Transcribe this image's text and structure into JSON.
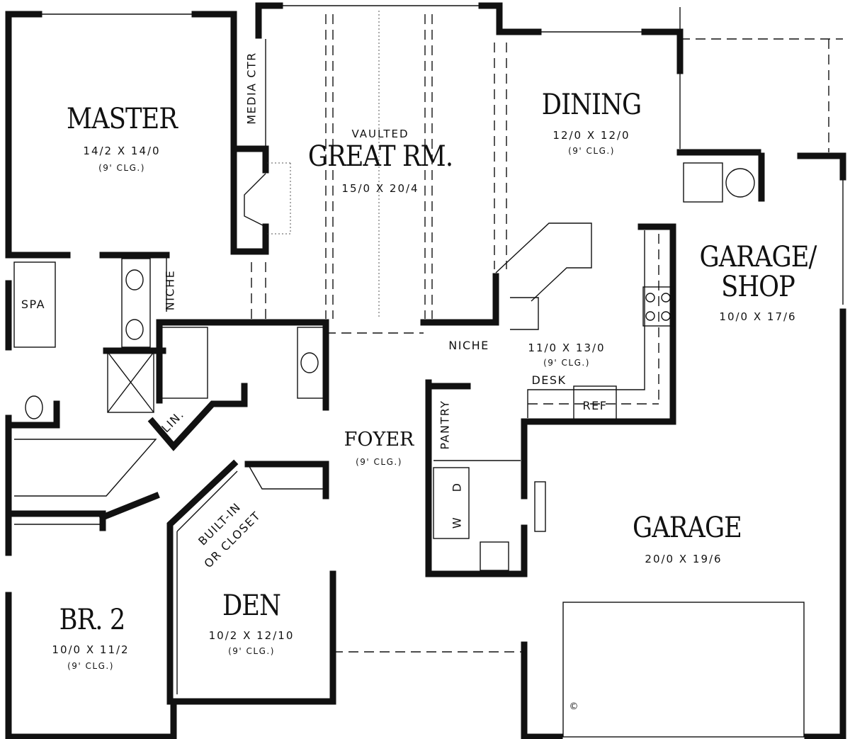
{
  "rooms": {
    "master": {
      "name": "MASTER",
      "size": "14/2 X 14/0",
      "ceiling": "(9' CLG.)"
    },
    "great_room": {
      "note": "VAULTED",
      "name": "GREAT RM.",
      "size": "15/0 X 20/4"
    },
    "dining": {
      "name": "DINING",
      "size": "12/0 X 12/0",
      "ceiling": "(9' CLG.)"
    },
    "garage_shop": {
      "name_line1": "GARAGE/",
      "name_line2": "SHOP",
      "size": "10/0 X 17/6"
    },
    "kitchen": {
      "size": "11/0 X 13/0",
      "ceiling": "(9' CLG.)"
    },
    "foyer": {
      "name": "FOYER",
      "ceiling": "(9' CLG.)"
    },
    "garage": {
      "name": "GARAGE",
      "size": "20/0 X 19/6"
    },
    "den": {
      "name": "DEN",
      "size": "10/2 X 12/10",
      "ceiling": "(9' CLG.)"
    },
    "br2": {
      "name": "BR. 2",
      "size": "10/0 X 11/2",
      "ceiling": "(9' CLG.)"
    }
  },
  "fixtures": {
    "media_ctr": "MEDIA CTR",
    "spa": "SPA",
    "niche_bath": "NICHE",
    "niche_kitchen": "NICHE",
    "desk": "DESK",
    "ref": "REF",
    "linen": "LIN.",
    "pantry": "PANTRY",
    "washer": "W",
    "dryer": "D",
    "built_in_line1": "BUILT-IN",
    "built_in_line2": "OR CLOSET"
  },
  "copyright": "©"
}
